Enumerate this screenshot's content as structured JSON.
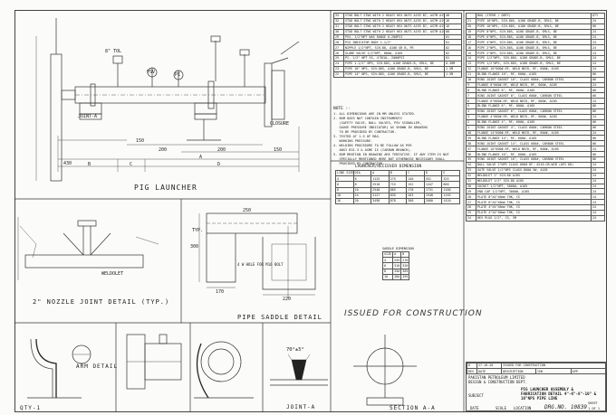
{
  "drawing": {
    "pig_launcher_title": "PIG LAUNCHER",
    "nozzle_title": "2\" NOZZLE JOINT DETAIL (TYP.)",
    "saddle_title": "PIPE SADDLE DETAIL",
    "issued": "ISSUED FOR CONSTRUCTION",
    "arm_title": "ARM DETAIL",
    "joint_title": "JOINT-A",
    "section_title": "SECTION A-A",
    "qty_label": "QTY-1",
    "dims": {
      "d430": "430",
      "d150a": "150",
      "d200a": "200",
      "d200b": "200",
      "d150b": "150",
      "dA": "A",
      "dB": "B",
      "dC": "C",
      "dD": "D",
      "closure": "CLOSURE",
      "joint_a": "JOINT-A",
      "psv": "PSV",
      "pi": "PI",
      "tol": "8\" TOL",
      "weldolet": "WELDOLET",
      "angle": "70°±5°",
      "d250": "250",
      "d170": "170",
      "d220": "220",
      "d300": "300",
      "typ": "TYP.",
      "bolt": "4 W HOLE FOR M16 BOLT"
    }
  },
  "launcher_table": {
    "title": "LAUNCHER/RECIEVER DIMENSION",
    "headers": [
      "LINE SIZE",
      "DIA",
      "A",
      "B",
      "C",
      "D",
      "E"
    ],
    "rows": [
      [
        "4",
        "6",
        "1125",
        "275",
        "140",
        "551",
        "325"
      ],
      [
        "6",
        "8",
        "2510",
        "715",
        "152",
        "1447",
        "660"
      ],
      [
        "8",
        "10",
        "2540",
        "805",
        "178",
        "1731",
        "1160"
      ],
      [
        "10",
        "14",
        "3127",
        "835",
        "203",
        "1948",
        "1155"
      ],
      [
        "16",
        "20",
        "3498",
        "878",
        "308",
        "2000",
        "1410"
      ]
    ]
  },
  "saddle_table": {
    "title": "SADDLE DIMENSION",
    "headers": [
      "SIZE",
      "A",
      "B"
    ],
    "rows": [
      [
        "4",
        "255",
        "270"
      ],
      [
        "6",
        "310",
        "320"
      ],
      [
        "8",
        "350",
        "365"
      ],
      [
        "10",
        "380",
        "395"
      ]
    ]
  },
  "notes": {
    "title": "NOTE :-",
    "items": [
      "1. ALL DIMENSIONS ARE IN MM UNLESS STATED.",
      "2. BOM DOES NOT CONTAIN INSTRUMENTS",
      "   (SAFETY VALVE, BALL VALVES, PSV SIGNALLER,",
      "   GAUGE PRESSURE INDICATOR) AS SHOWN IN DRAWING",
      "   TO BE PROVIDED BY CONTRACTOR.",
      "3. TESTED AT 1.5 OF MAX.",
      "   WORKING PRESSURE.",
      "4. WELDING PROCEDURE TO BE FOLLOW AS PER",
      "   ANSI B31.3 & ASME IX (CARBON BRANCH).",
      "5. BOM MENTION IN DRAWING ARE TENTATIVE. IF ANY ITEM IS NOT",
      "   SPECIALLY MENTIONED HERE BUT OTHERWISE NECESSARY SHALL",
      "   PROVIDED BY CONTRACTOR."
    ]
  },
  "bom_left": [
    [
      "33",
      "STUD BOLT STWS WITH 2 HEAVY HEX NUTS A193 B7, ASTM A194 2H",
      "48"
    ],
    [
      "32",
      "STUD BOLT STWS WITH 2 HEAVY HEX NUTS A193 B7, ASTM A194 2H",
      "16"
    ],
    [
      "31",
      "STUD BOLT STWS WITH 2 HEAVY HEX NUTS A193 B7, ASTM A194 2H",
      "16"
    ],
    [
      "30",
      "STUD BOLT STWS WITH 2 HEAVY HEX NUTS A193 B7, ASTM A194 2H",
      "08"
    ],
    [
      "29",
      "PSV, 1/2\"NPT WAS RANGE 0-200PSI",
      "01"
    ],
    [
      "28",
      "PIG INDICATOR BODY 1-1/2\"",
      "01"
    ],
    [
      "27",
      "NIPPLE 1/2\"NPT, SCH-80, A106 GR B, PE",
      "02"
    ],
    [
      "26",
      "GLOBE VALVE 1/2\"NPT, 800#, A105",
      "02"
    ],
    [
      "25",
      "PI, 1/2\" NPT SS, 4\"DIAL, 2000PSI",
      "01"
    ],
    [
      "24",
      "PIPE 1-1/2\" NPS, SCH-80S, A106 GRADE-B, SMLS, BE",
      "0.30M"
    ],
    [
      "23",
      "PIPE 10\" NPS, SCH-80S, A106 GRADE-B, SMLS, BE",
      "1.5M"
    ],
    [
      "22",
      "PIPE 14\" NPS, SCH-80S, A106 GRADE-B, SMLS, BE",
      "1.5M"
    ]
  ],
  "bom_right": {
    "headers": [
      "BOQ (ITEMS / QNTY)",
      "QTY"
    ],
    "rows": [
      [
        "21",
        "PIPE 10\"NPS, SCH-80S, A106 GRADE-B, SMLS, BE",
        "24"
      ],
      [
        "20",
        "PIPE 10\"NPS, SCH-80S, A106 GRADE-B, SMLS, BE",
        "06"
      ],
      [
        "19",
        "PIPE 8\"NPS, SCH-80S, A106 GRADE-B, SMLS, BE",
        "24"
      ],
      [
        "18",
        "PIPE 6\"NPS, SCH-80S, A106 GRADE-B, SMLS, BE",
        "24"
      ],
      [
        "17",
        "PIPE 4\"NPS, SCH-80S, A106 GRADE-B, SMLS, BE",
        "24"
      ],
      [
        "16",
        "PIPE 2\"NPS, SCH-80S, A106 GRADE-B, SMLS, BE",
        "24"
      ],
      [
        "15",
        "PIPE 2\"NPS, SCH-80S, A106 GRADE-B, SMLS, BE",
        "24"
      ],
      [
        "14",
        "PIPE 1/2\"NPS, SCH-80S, A106 GRADE-B, SMLS, BE",
        "24"
      ],
      [
        "13",
        "PIPE 1/2\"NPS, SCH-80S, A106 GRADE-B, SMLS, BE",
        "24"
      ],
      [
        "12",
        "FLANGE 10\"600#-RF, WELD NECK, RF, 600#, A105",
        "24"
      ],
      [
        "11",
        "BLIND FLANGE 10\", RF, 600#, A105",
        "06"
      ],
      [
        "10",
        "RING JOINT GASKET 10\", CLASS 600#, CARBON STEEL",
        "06"
      ],
      [
        "9",
        "FLANGE 8\"600#-RF, WELD NECK, RF, 600#, A105",
        "24"
      ],
      [
        "8",
        "BLIND FLANGE 8\", RF, 600#, A105",
        "06"
      ],
      [
        "7",
        "RING JOINT GASKET 8\", CLASS 600#, CARBON STEEL",
        "06"
      ],
      [
        "6",
        "FLANGE 6\"600#-RF, WELD NECK, RF, 600#, A105",
        "24"
      ],
      [
        "5",
        "BLIND FLANGE 6\", RF, 600#, A105",
        "06"
      ],
      [
        "4",
        "RING JOINT GASKET 6\", CLASS 600#, CARBON STEEL",
        "06"
      ],
      [
        "3",
        "FLANGE 4\"600#-RF, WELD NECK, RF, 600#, A105",
        "24"
      ],
      [
        "2",
        "BLIND FLANGE 4\", RF, 600#, A105",
        "06"
      ],
      [
        "1",
        "RING JOINT GASKET 4\", CLASS 600#, CARBON STEEL",
        "06"
      ],
      [
        "40",
        "FLANGE 14\"600#-RF, WELD NECK, RF, 600#, A105",
        "24"
      ],
      [
        "39",
        "BLIND FLANGE 14\", RF, 600#, A105",
        "06"
      ],
      [
        "38",
        "RING JOINT GASKET 14\", CLASS 600#, CARBON STEEL",
        "06"
      ],
      [
        "37",
        "FLANGE 16\"600#-RF, WELD NECK, RF, 600#, A105",
        "24"
      ],
      [
        "36",
        "BLIND FLANGE 16\", RF, 600#, A105",
        "06"
      ],
      [
        "35",
        "RING JOINT GASKET 16\", CLASS 600#, CARBON STEEL",
        "06"
      ],
      [
        "34",
        "BALL VALVE 2\"NPS CLASS 600# RF, A216-GR-WCB (API 6D)",
        "24"
      ],
      [
        "33",
        "GATE VALVE 1/2\"NPS CLASS 800# SW, A105",
        "24"
      ],
      [
        "32",
        "WELDOLET 2\" SCH-80 A105",
        "24"
      ],
      [
        "31",
        "WELDOLET 1/2\" SCH-80 A105",
        "24"
      ],
      [
        "30",
        "SOCKET 1/2\"NPT, 3000#, A105",
        "24"
      ],
      [
        "29",
        "END CAP 1/2\"NPT, 3000#, A105",
        "24"
      ],
      [
        "28",
        "PLATE 8\"X4\"X6mm THK, CS",
        "24"
      ],
      [
        "27",
        "PLATE 6\"X4\"X6mm THK, CS",
        "24"
      ],
      [
        "26",
        "PLATE 4\"X4\"X6mm THK, CS",
        "24"
      ],
      [
        "25",
        "PLATE 4\"X4\"X6mm THK, CS",
        "24"
      ],
      [
        "24",
        "HEX PLUG 1/2\", CS, 3M",
        "24"
      ]
    ]
  },
  "title_block": {
    "rev_row": [
      "0",
      "27-10-20",
      "ISSUED FOR CONSTRUCTION"
    ],
    "rev_headers": [
      "REV",
      "DATE",
      "DESCRIPTION",
      "CHK",
      "APP"
    ],
    "company": "PAKISTAN PETROLEUM LIMITED",
    "dept": "DESIGN & CONSTRUCTION DEPT.",
    "subject_label": "SUBJECT",
    "subject_1": "PIG LAUNCHER ASSEMBLY &",
    "subject_2": "FABRICATION DETAIL 4\"-6\"-8\"-10\" &",
    "subject_3": "16\"NPS PIPE LINE",
    "footer": [
      "DATE",
      "SCALE",
      "LOCATION",
      "DRG.NO. 10839"
    ],
    "sheet_label": "SHEET",
    "sheet_no": "1 OF 1"
  }
}
